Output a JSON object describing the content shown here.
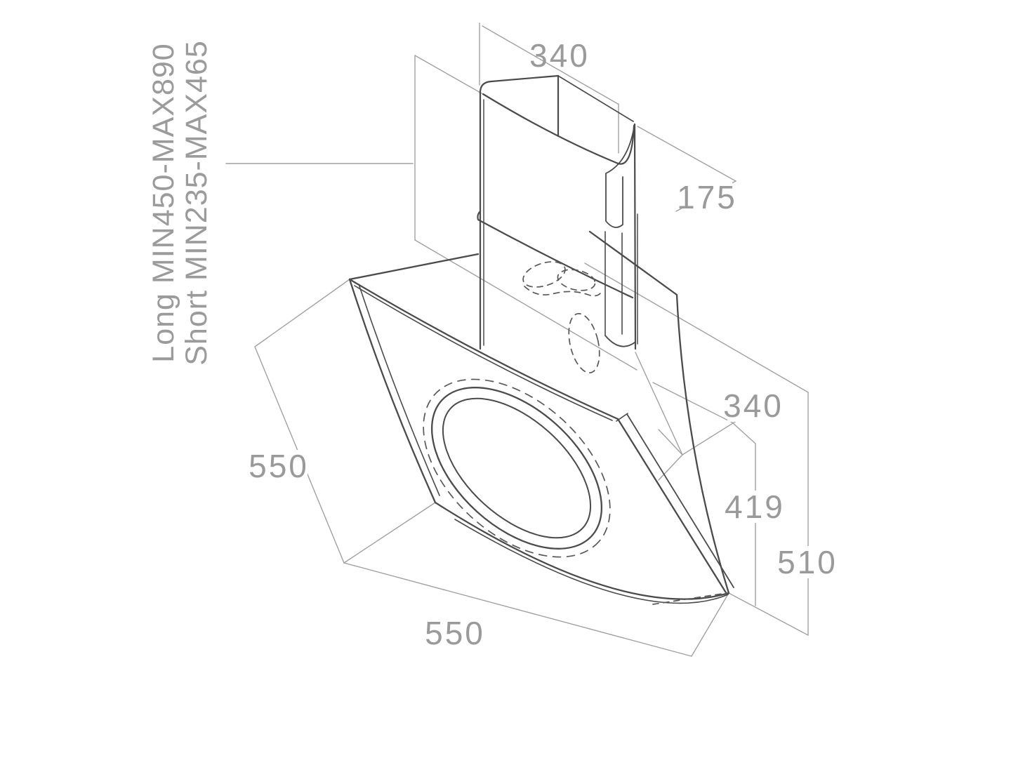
{
  "diagram": {
    "type": "dimensioned technical drawing",
    "subject": "wall-mounted inclined cooker hood with telescopic chimney",
    "units": "mm",
    "labels": {
      "chimney_long_range": "Long MIN450-MAX890",
      "chimney_short_range": "Short MIN235-MAX465",
      "chimney_width_top": "340",
      "chimney_depth": "175",
      "top_face_depth": "340",
      "front_glass_height": "419",
      "body_total_height": "510",
      "side_length": "550",
      "bottom_width": "550"
    },
    "colors": {
      "outline": "#4b4b4b",
      "dimension_lines": "#a1a1a1",
      "dimension_text": "#9a9a9a",
      "hidden_lines": "#585858",
      "background": "#ffffff"
    }
  }
}
